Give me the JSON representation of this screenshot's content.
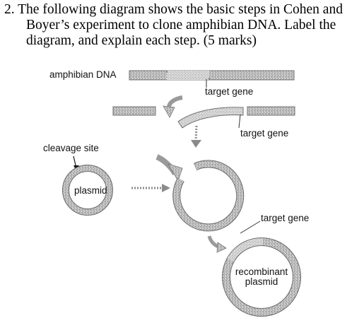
{
  "question": {
    "line1": "2. The following diagram shows the basic steps in Cohen and",
    "line2": "Boyer’s experiment to clone amphibian DNA. Label the",
    "line3": "diagram, and explain each step. (5 marks)"
  },
  "diagram": {
    "labels": {
      "amphibian_dna": "amphibian DNA",
      "target_gene_1": "target gene",
      "target_gene_2": "target gene",
      "cleavage_site": "cleavage site",
      "plasmid": "plasmid",
      "target_gene_3": "target gene",
      "recombinant_line1": "recombinant",
      "recombinant_line2": "plasmid"
    },
    "colors": {
      "strand": "#b4b4b4",
      "strand_edge": "#6a6a6a",
      "arrow": "#a8a8a8",
      "gene": "#d8d8d8"
    }
  }
}
